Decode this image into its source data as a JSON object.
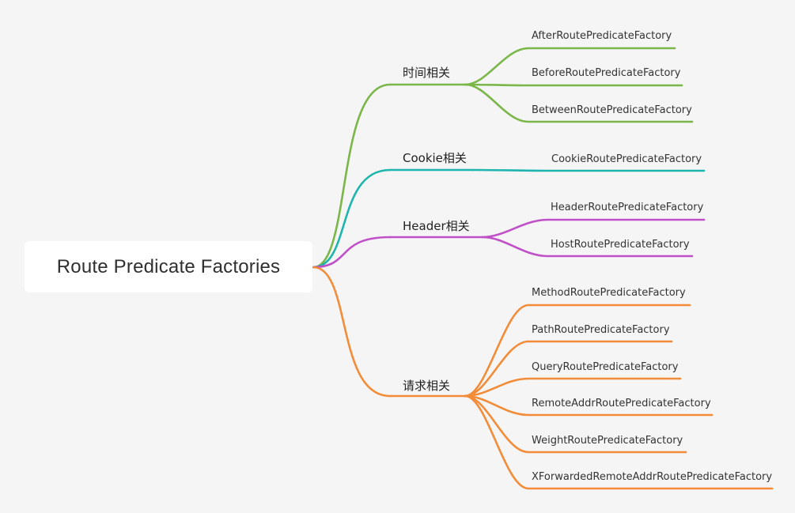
{
  "root": {
    "label": "Route Predicate Factories"
  },
  "branches": [
    {
      "label": "时间相关",
      "color": "#7ab648",
      "leaves": [
        "AfterRoutePredicateFactory",
        "BeforeRoutePredicateFactory",
        "BetweenRoutePredicateFactory"
      ]
    },
    {
      "label": "Cookie相关",
      "color": "#1db5ad",
      "leaves": [
        "CookieRoutePredicateFactory"
      ]
    },
    {
      "label": "Header相关",
      "color": "#c050c8",
      "leaves": [
        "HeaderRoutePredicateFactory",
        "HostRoutePredicateFactory"
      ]
    },
    {
      "label": "请求相关",
      "color": "#f28c38",
      "leaves": [
        "MethodRoutePredicateFactory",
        "PathRoutePredicateFactory",
        "QueryRoutePredicateFactory",
        "RemoteAddrRoutePredicateFactory",
        "WeightRoutePredicateFactory",
        "XForwardedRemoteAddrRoutePredicateFactory"
      ]
    }
  ]
}
